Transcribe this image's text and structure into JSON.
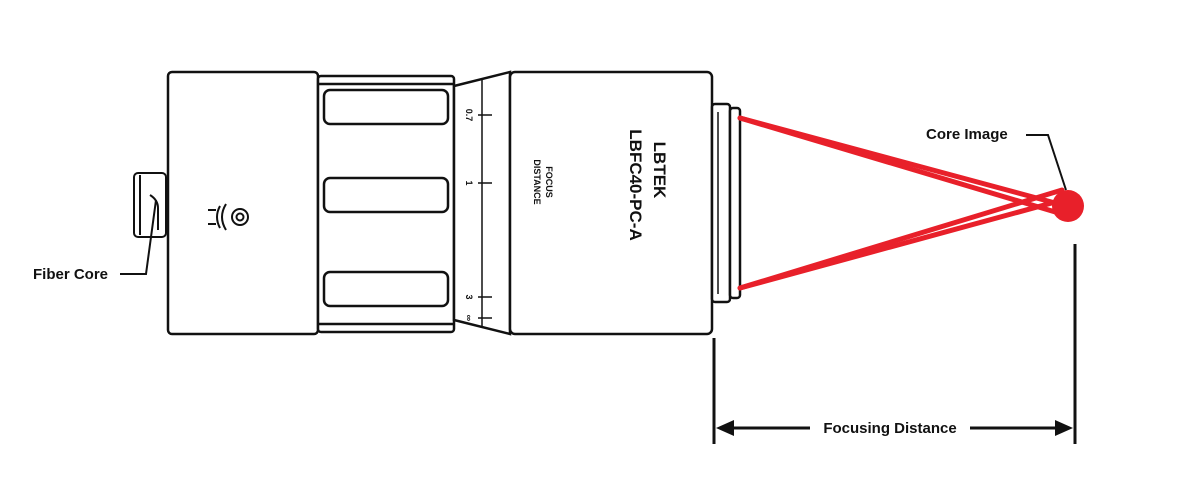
{
  "labels": {
    "fiber_core": "Fiber Core",
    "core_image": "Core Image",
    "focusing_distance": "Focusing Distance"
  },
  "lens_body": {
    "brand": "LBTEK",
    "model": "LBFC40-PC-A",
    "focus_title_1": "FOCUS",
    "focus_title_2": "DISTANCE",
    "scale_marks": [
      "0.7",
      "1",
      "3",
      "∞"
    ]
  },
  "colors": {
    "outline": "#111111",
    "beam": "#e8202a",
    "background": "#ffffff"
  }
}
